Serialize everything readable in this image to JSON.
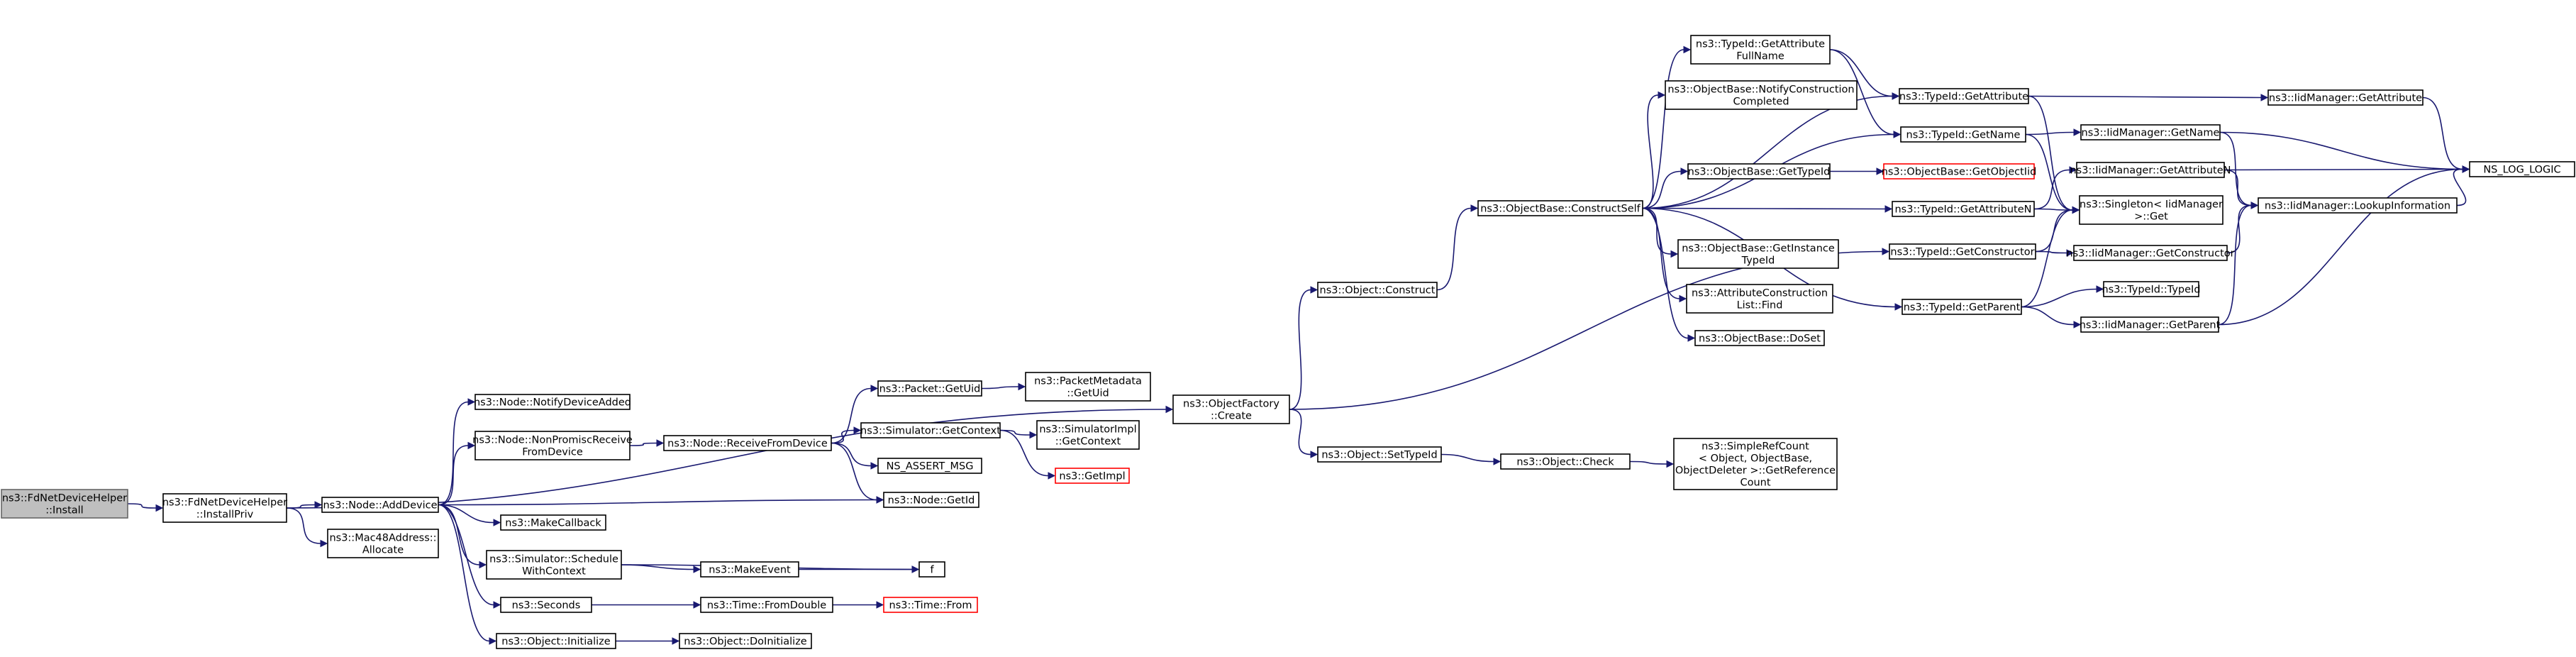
{
  "graph": {
    "colors": {
      "edge": "#191970",
      "node_border": "#000000",
      "root_fill": "#bfbfbf",
      "missing_node_border": "#ff0000"
    },
    "nodes": [
      {
        "id": "n0",
        "lines": [
          "ns3::FdNetDeviceHelper",
          "::Install"
        ],
        "style": "root"
      },
      {
        "id": "n1",
        "lines": [
          "ns3::FdNetDeviceHelper",
          "::InstallPriv"
        ]
      },
      {
        "id": "n2",
        "lines": [
          "ns3::Node::AddDevice"
        ]
      },
      {
        "id": "n3",
        "lines": [
          "ns3::Mac48Address::",
          "Allocate"
        ]
      },
      {
        "id": "n4",
        "lines": [
          "ns3::ObjectFactory",
          "::Create"
        ]
      },
      {
        "id": "n5",
        "lines": [
          "ns3::Node::NotifyDeviceAdded"
        ]
      },
      {
        "id": "n6",
        "lines": [
          "ns3::Node::NonPromiscReceive",
          "FromDevice"
        ]
      },
      {
        "id": "n7",
        "lines": [
          "ns3::Node::GetId"
        ]
      },
      {
        "id": "n8",
        "lines": [
          "ns3::MakeCallback"
        ]
      },
      {
        "id": "n9",
        "lines": [
          "ns3::Simulator::Schedule",
          "WithContext"
        ]
      },
      {
        "id": "n10",
        "lines": [
          "ns3::Seconds"
        ]
      },
      {
        "id": "n11",
        "lines": [
          "ns3::Object::Initialize"
        ]
      },
      {
        "id": "n12",
        "lines": [
          "ns3::Node::ReceiveFromDevice"
        ]
      },
      {
        "id": "n13",
        "lines": [
          "ns3::Packet::GetUid"
        ]
      },
      {
        "id": "n14",
        "lines": [
          "ns3::Simulator::GetContext"
        ]
      },
      {
        "id": "n15",
        "lines": [
          "NS_ASSERT_MSG"
        ]
      },
      {
        "id": "n16",
        "lines": [
          "ns3::GetImpl"
        ],
        "style": "red"
      },
      {
        "id": "n17",
        "lines": [
          "ns3::PacketMetadata",
          "::GetUid"
        ]
      },
      {
        "id": "n18",
        "lines": [
          "ns3::SimulatorImpl",
          "::GetContext"
        ]
      },
      {
        "id": "n19",
        "lines": [
          "ns3::MakeEvent"
        ]
      },
      {
        "id": "n20",
        "lines": [
          "f"
        ]
      },
      {
        "id": "n21",
        "lines": [
          "ns3::Time::FromDouble"
        ]
      },
      {
        "id": "n22",
        "lines": [
          "ns3::Time::From"
        ],
        "style": "red"
      },
      {
        "id": "n23",
        "lines": [
          "ns3::Object::DoInitialize"
        ]
      },
      {
        "id": "n24",
        "lines": [
          "ns3::Object::Construct"
        ]
      },
      {
        "id": "n25",
        "lines": [
          "ns3::Object::SetTypeId"
        ]
      },
      {
        "id": "n26",
        "lines": [
          "ns3::Object::Check"
        ]
      },
      {
        "id": "n27",
        "lines": [
          "ns3::SimpleRefCount",
          "< Object, ObjectBase,",
          "ObjectDeleter >::GetReference",
          "Count"
        ]
      },
      {
        "id": "n28",
        "lines": [
          "ns3::ObjectBase::ConstructSelf"
        ]
      },
      {
        "id": "n29",
        "lines": [
          "ns3::TypeId::GetAttribute",
          "FullName"
        ]
      },
      {
        "id": "n30",
        "lines": [
          "ns3::ObjectBase::NotifyConstruction",
          "Completed"
        ]
      },
      {
        "id": "n31",
        "lines": [
          "ns3::ObjectBase::GetTypeId"
        ]
      },
      {
        "id": "n32",
        "lines": [
          "ns3::ObjectBase::GetInstance",
          "TypeId"
        ]
      },
      {
        "id": "n33",
        "lines": [
          "ns3::AttributeConstruction",
          "List::Find"
        ]
      },
      {
        "id": "n34",
        "lines": [
          "ns3::ObjectBase::DoSet"
        ]
      },
      {
        "id": "n35",
        "lines": [
          "ns3::ObjectBase::GetObjectIid"
        ],
        "style": "red"
      },
      {
        "id": "n36",
        "lines": [
          "ns3::TypeId::GetAttribute"
        ]
      },
      {
        "id": "n37",
        "lines": [
          "ns3::TypeId::GetName"
        ]
      },
      {
        "id": "n38",
        "lines": [
          "ns3::TypeId::GetAttributeN"
        ]
      },
      {
        "id": "n39",
        "lines": [
          "ns3::TypeId::GetConstructor"
        ]
      },
      {
        "id": "n40",
        "lines": [
          "ns3::TypeId::GetParent"
        ]
      },
      {
        "id": "n41",
        "lines": [
          "ns3::Singleton< IidManager",
          ">::Get"
        ]
      },
      {
        "id": "n42",
        "lines": [
          "ns3::IidManager::GetName"
        ]
      },
      {
        "id": "n43",
        "lines": [
          "ns3::IidManager::GetAttributeN"
        ]
      },
      {
        "id": "n44",
        "lines": [
          "ns3::IidManager::GetConstructor"
        ]
      },
      {
        "id": "n45",
        "lines": [
          "ns3::TypeId::TypeId"
        ]
      },
      {
        "id": "n46",
        "lines": [
          "ns3::IidManager::GetParent"
        ]
      },
      {
        "id": "n47",
        "lines": [
          "ns3::IidManager::GetAttribute"
        ]
      },
      {
        "id": "n48",
        "lines": [
          "ns3::IidManager::LookupInformation"
        ]
      },
      {
        "id": "n49",
        "lines": [
          "NS_LOG_LOGIC"
        ]
      }
    ],
    "edges": [
      [
        "n0",
        "n1"
      ],
      [
        "n1",
        "n2"
      ],
      [
        "n1",
        "n3"
      ],
      [
        "n1",
        "n4"
      ],
      [
        "n2",
        "n5"
      ],
      [
        "n2",
        "n6"
      ],
      [
        "n2",
        "n7"
      ],
      [
        "n2",
        "n8"
      ],
      [
        "n2",
        "n9"
      ],
      [
        "n2",
        "n10"
      ],
      [
        "n2",
        "n11"
      ],
      [
        "n6",
        "n12"
      ],
      [
        "n12",
        "n13"
      ],
      [
        "n12",
        "n14"
      ],
      [
        "n12",
        "n15"
      ],
      [
        "n12",
        "n7"
      ],
      [
        "n13",
        "n17"
      ],
      [
        "n14",
        "n18"
      ],
      [
        "n14",
        "n16"
      ],
      [
        "n9",
        "n20"
      ],
      [
        "n9",
        "n19"
      ],
      [
        "n19",
        "n20"
      ],
      [
        "n10",
        "n21"
      ],
      [
        "n21",
        "n22"
      ],
      [
        "n11",
        "n23"
      ],
      [
        "n4",
        "n24"
      ],
      [
        "n4",
        "n25"
      ],
      [
        "n4",
        "n39"
      ],
      [
        "n24",
        "n28"
      ],
      [
        "n25",
        "n26"
      ],
      [
        "n26",
        "n27"
      ],
      [
        "n28",
        "n29"
      ],
      [
        "n28",
        "n30"
      ],
      [
        "n28",
        "n31"
      ],
      [
        "n28",
        "n32"
      ],
      [
        "n28",
        "n33"
      ],
      [
        "n28",
        "n34"
      ],
      [
        "n28",
        "n36"
      ],
      [
        "n28",
        "n37"
      ],
      [
        "n28",
        "n38"
      ],
      [
        "n28",
        "n40"
      ],
      [
        "n29",
        "n36"
      ],
      [
        "n29",
        "n37"
      ],
      [
        "n31",
        "n35"
      ],
      [
        "n36",
        "n47"
      ],
      [
        "n36",
        "n41"
      ],
      [
        "n37",
        "n42"
      ],
      [
        "n37",
        "n41"
      ],
      [
        "n38",
        "n43"
      ],
      [
        "n38",
        "n41"
      ],
      [
        "n39",
        "n44"
      ],
      [
        "n39",
        "n41"
      ],
      [
        "n40",
        "n45"
      ],
      [
        "n40",
        "n46"
      ],
      [
        "n40",
        "n41"
      ],
      [
        "n42",
        "n49"
      ],
      [
        "n42",
        "n48"
      ],
      [
        "n43",
        "n49"
      ],
      [
        "n43",
        "n48"
      ],
      [
        "n44",
        "n48"
      ],
      [
        "n46",
        "n48"
      ],
      [
        "n46",
        "n49"
      ],
      [
        "n47",
        "n49"
      ],
      [
        "n48",
        "n49"
      ]
    ]
  }
}
